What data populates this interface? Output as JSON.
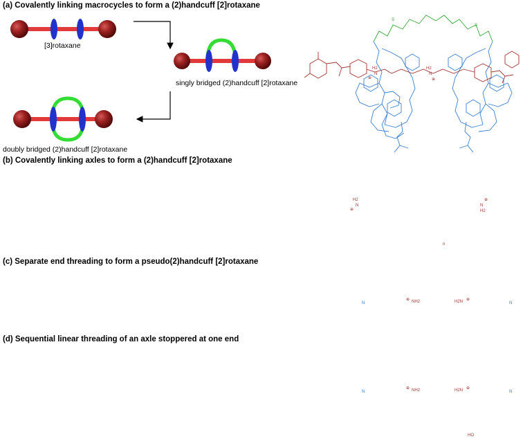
{
  "headings": {
    "a": "(a) Covalently linking macrocycles to form a (2)handcuff [2]rotaxane",
    "b": "(b) Covalently linking axles to form a (2)handcuff [2]rotaxane",
    "c": "(c) Separate end threading to form a pseudo(2)handcuff [2]rotaxane",
    "d": "(d) Sequential linear threading of an axle stoppered at one end"
  },
  "labels": {
    "three_rotaxane": "[3]rotaxane",
    "singly_bridged": "singly bridged (2)handcuff [2]rotaxane",
    "doubly_bridged": "doubly bridged (2)handcuff [2]rotaxane"
  },
  "atoms": {
    "s": "S",
    "h2": "H2",
    "n": "N",
    "plus": "⊕",
    "nh2": "NH2",
    "h2n": "H2N",
    "ho": "HO",
    "n_dot": "N",
    "repeat": "n"
  },
  "colors": {
    "stopper": "#8b1a1a",
    "axle_red": "#e23a3a",
    "ring_blue": "#2233cc",
    "bridge_green": "#33dd33",
    "axle_pink": "#f0a0b8",
    "axle_dark": "#7a1515",
    "chem_blue": "#3a7fd0",
    "chem_red": "#a0342f",
    "arrow": "#000000"
  }
}
